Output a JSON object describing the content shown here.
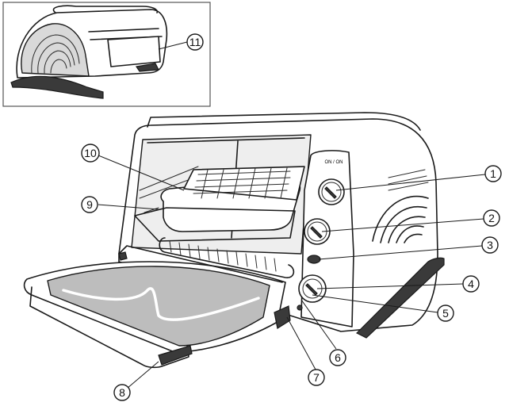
{
  "callouts": [
    {
      "id": "c1",
      "label": "1"
    },
    {
      "id": "c2",
      "label": "2"
    },
    {
      "id": "c3",
      "label": "3"
    },
    {
      "id": "c4",
      "label": "4"
    },
    {
      "id": "c5",
      "label": "5"
    },
    {
      "id": "c6",
      "label": "6"
    },
    {
      "id": "c7",
      "label": "7"
    },
    {
      "id": "c8",
      "label": "8"
    },
    {
      "id": "c9",
      "label": "9"
    },
    {
      "id": "c10",
      "label": "10"
    },
    {
      "id": "c11",
      "label": "11"
    }
  ],
  "control_panel": {
    "knob1_label": "ON / ON"
  },
  "colors": {
    "line": "#1a1a1a",
    "shade": "#d9d9d9",
    "background": "#ffffff"
  }
}
